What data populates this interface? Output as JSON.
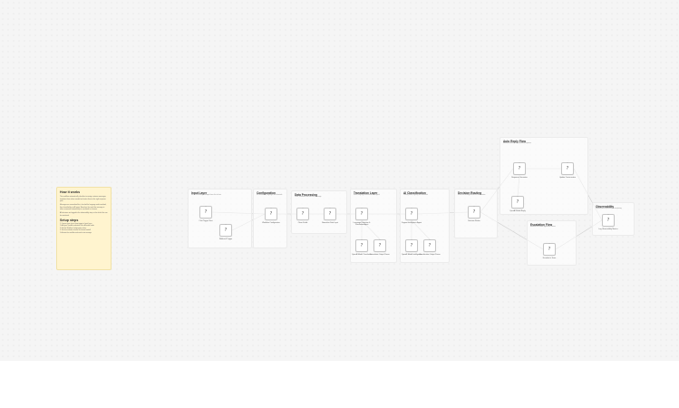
{
  "sticky": {
    "title": "How it works",
    "paragraphs": [
      "This workflow automatically classifies incoming customer messages, translates them when needed and routes them to the right response path.",
      "Messages are normalised first, checked for language and translated, then classified by an AI agent. Based on the result the message is either answered automatically or escalated to a human.",
      "All decisions are logged to the observability step so the whole flow can be monitored."
    ],
    "setup_title": "Setup steps",
    "setup_steps": [
      "1. Connect your chat or form trigger to Input Layer",
      "2. Add your OpenAI credentials to the AI model nodes",
      "3. Edit the Workflow Configuration values",
      "4. Set the escalation channel for human handoff",
      "5. Activate the workflow and send a test message"
    ]
  },
  "sections": [
    {
      "id": "input",
      "title": "Input Layer",
      "desc": "Receive incoming messages from chat or form"
    },
    {
      "id": "config",
      "title": "Configuration",
      "desc": "Set thresholds, languages and channels"
    },
    {
      "id": "processing",
      "title": "Data Processing",
      "desc": "Clean, normalise and enrich the message"
    },
    {
      "id": "translation",
      "title": "Translation Layer",
      "desc": "Detect language and translate to English"
    },
    {
      "id": "classification",
      "title": "AI Classification",
      "desc": "Classify intent, urgency and sentiment"
    },
    {
      "id": "routing",
      "title": "Decision Routing",
      "desc": "Route the message based on classification"
    },
    {
      "id": "autoreply",
      "title": "Auto Reply Flow",
      "desc": "Generate and send an automated response"
    },
    {
      "id": "escalation",
      "title": "Escalation Flow",
      "desc": "Hand off to a human agent with context"
    },
    {
      "id": "observability",
      "title": "Observability",
      "desc": "Log decisions and metrics for monitoring"
    }
  ],
  "nodes": [
    {
      "id": "chat-trigger",
      "icon": "?",
      "label": "Chat Trigger Start"
    },
    {
      "id": "webhook-trigger",
      "icon": "?",
      "label": "Webhook Trigger"
    },
    {
      "id": "workflow-config",
      "icon": "?",
      "label": "Workflow Configuration"
    },
    {
      "id": "clean-fields",
      "icon": "?",
      "label": "Clean Fields"
    },
    {
      "id": "normalize-data",
      "icon": "?",
      "label": "Normalize Data Input"
    },
    {
      "id": "language-detector",
      "icon": "?",
      "label": "Language Detection & Translation Agent"
    },
    {
      "id": "translation-model",
      "icon": "?",
      "label": "OpenAI Model Translation"
    },
    {
      "id": "translation-parser",
      "icon": "?",
      "label": "Translation Output Parser"
    },
    {
      "id": "intelligence-agent",
      "icon": "?",
      "label": "Support Intelligence Agent"
    },
    {
      "id": "classification-model",
      "icon": "?",
      "label": "OpenAI Model Intelligence"
    },
    {
      "id": "classification-parser",
      "icon": "?",
      "label": "Classification Output Parser"
    },
    {
      "id": "decision-router",
      "icon": "?",
      "label": "Decision Router"
    },
    {
      "id": "response-generator",
      "icon": "?",
      "label": "Response Generator"
    },
    {
      "id": "reply-model",
      "icon": "?",
      "label": "OpenAI Model Reply"
    },
    {
      "id": "update-conversation",
      "icon": "?",
      "label": "Update Conversation"
    },
    {
      "id": "escalate-human",
      "icon": "?",
      "label": "Escalate to Team"
    },
    {
      "id": "log-observability",
      "icon": "?",
      "label": "Log Observability Metrics"
    }
  ]
}
